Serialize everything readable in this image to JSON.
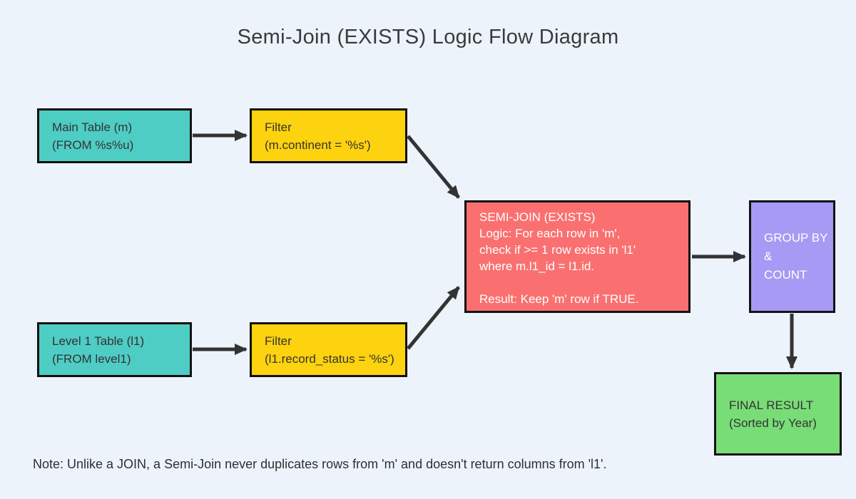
{
  "page": {
    "title": "Semi-Join (EXISTS) Logic Flow Diagram",
    "note": "Note: Unlike a JOIN, a Semi-Join never duplicates rows from 'm' and doesn't return columns from 'l1'."
  },
  "colors": {
    "background": "#edf3fb",
    "teal_node": "#4ecdc4",
    "yellow_node": "#fdd20e",
    "red_node": "#fa7070",
    "purple_node": "#a79af5",
    "green_node": "#79dd77",
    "node_border": "#111111",
    "arrow": "#333333",
    "text_dark": "#333333",
    "text_light": "#ffffff"
  },
  "nodes": {
    "main_table": {
      "line1": "Main Table (m)",
      "line2": "(FROM %s%u)"
    },
    "filter_main": {
      "line1": "Filter",
      "line2": "(m.continent = '%s')"
    },
    "level1_table": {
      "line1": "Level 1 Table (l1)",
      "line2": "(FROM level1)"
    },
    "filter_level1": {
      "line1": "Filter",
      "line2": "(l1.record_status = '%s')"
    },
    "semi_join": {
      "line1": "SEMI-JOIN (EXISTS)",
      "line2": "Logic: For each row in 'm',",
      "line3": "check if >= 1 row exists in 'l1'",
      "line4": "where m.l1_id = l1.id.",
      "line5": "Result: Keep 'm' row if TRUE."
    },
    "group_by": {
      "line1": "GROUP BY",
      "line2": "&",
      "line3": "COUNT"
    },
    "final_result": {
      "line1": "FINAL RESULT",
      "line2": "(Sorted by Year)"
    }
  }
}
